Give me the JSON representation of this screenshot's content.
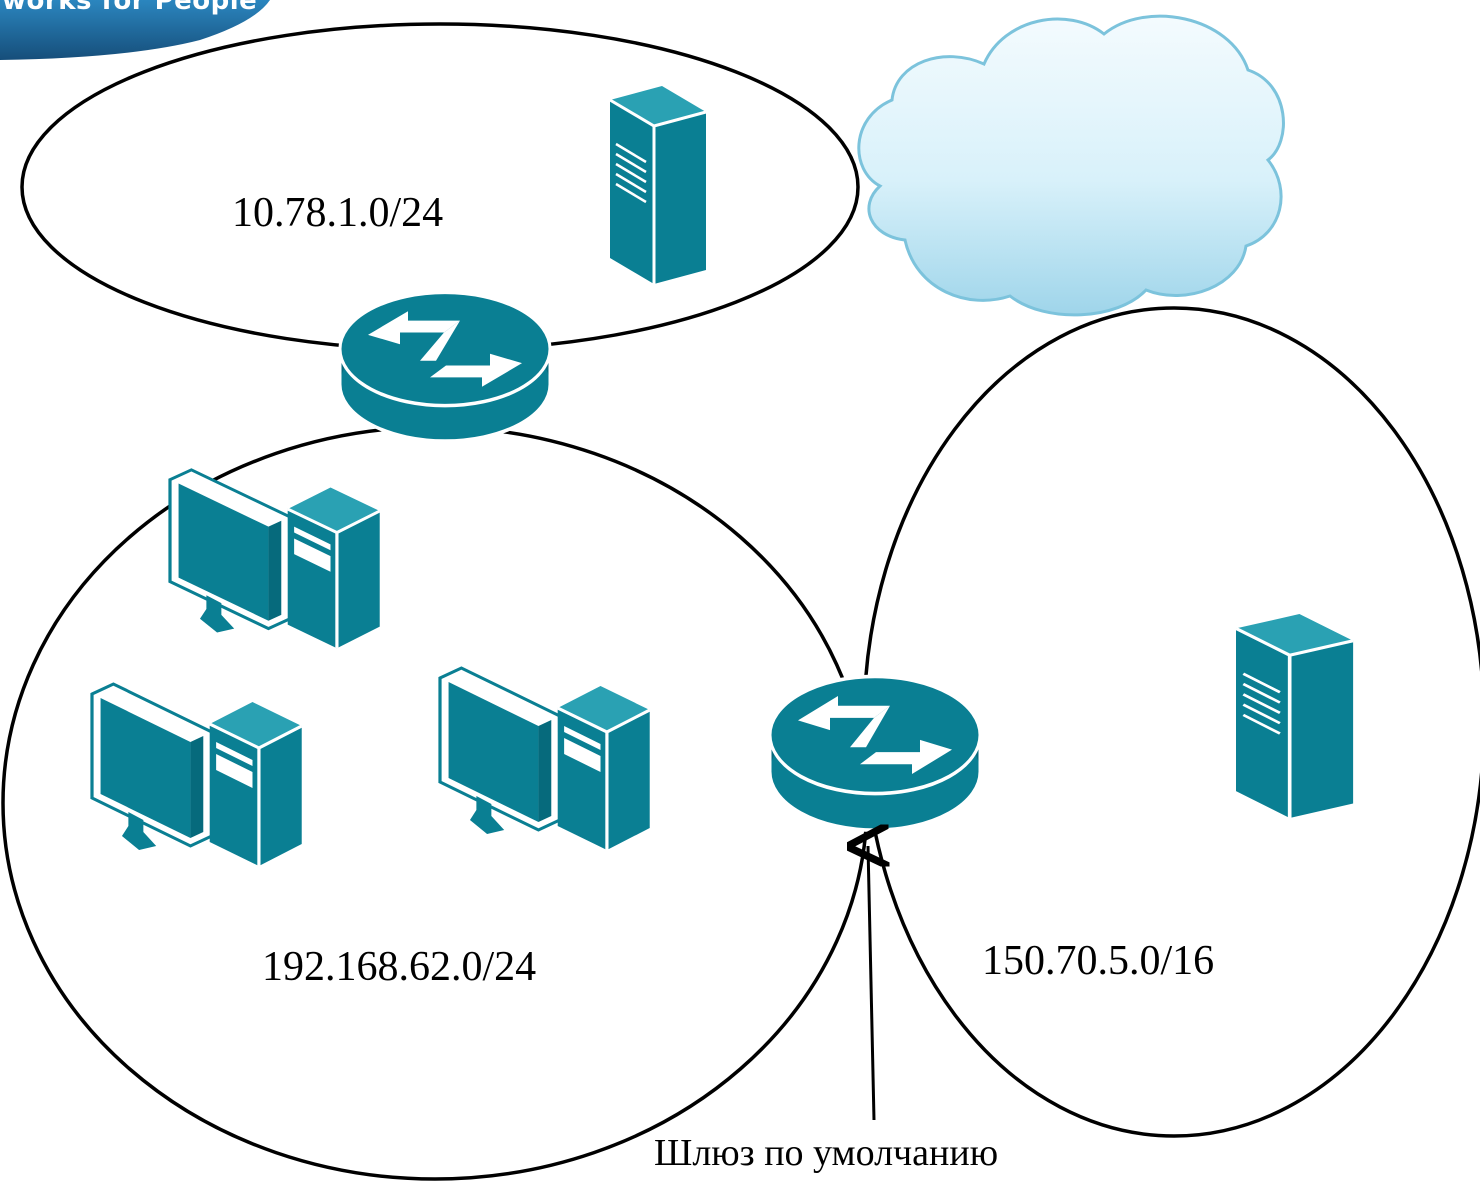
{
  "banner": {
    "text": "works for People"
  },
  "subnets": {
    "top": "10.78.1.0/24",
    "left": "192.168.62.0/24",
    "right": "150.70.5.0/16"
  },
  "gateway_label": "Шлюз по умолчанию",
  "colors": {
    "device": "#0a7f93",
    "device_dark": "#066a7c",
    "device_light": "#2aa1b3",
    "cloud_fill": "#cfeef8",
    "cloud_stroke": "#7cc3dc",
    "banner": "#1f6fa5"
  },
  "icons": [
    "server-icon",
    "router-icon",
    "workstation-icon",
    "cloud-icon",
    "arrow-icon"
  ]
}
